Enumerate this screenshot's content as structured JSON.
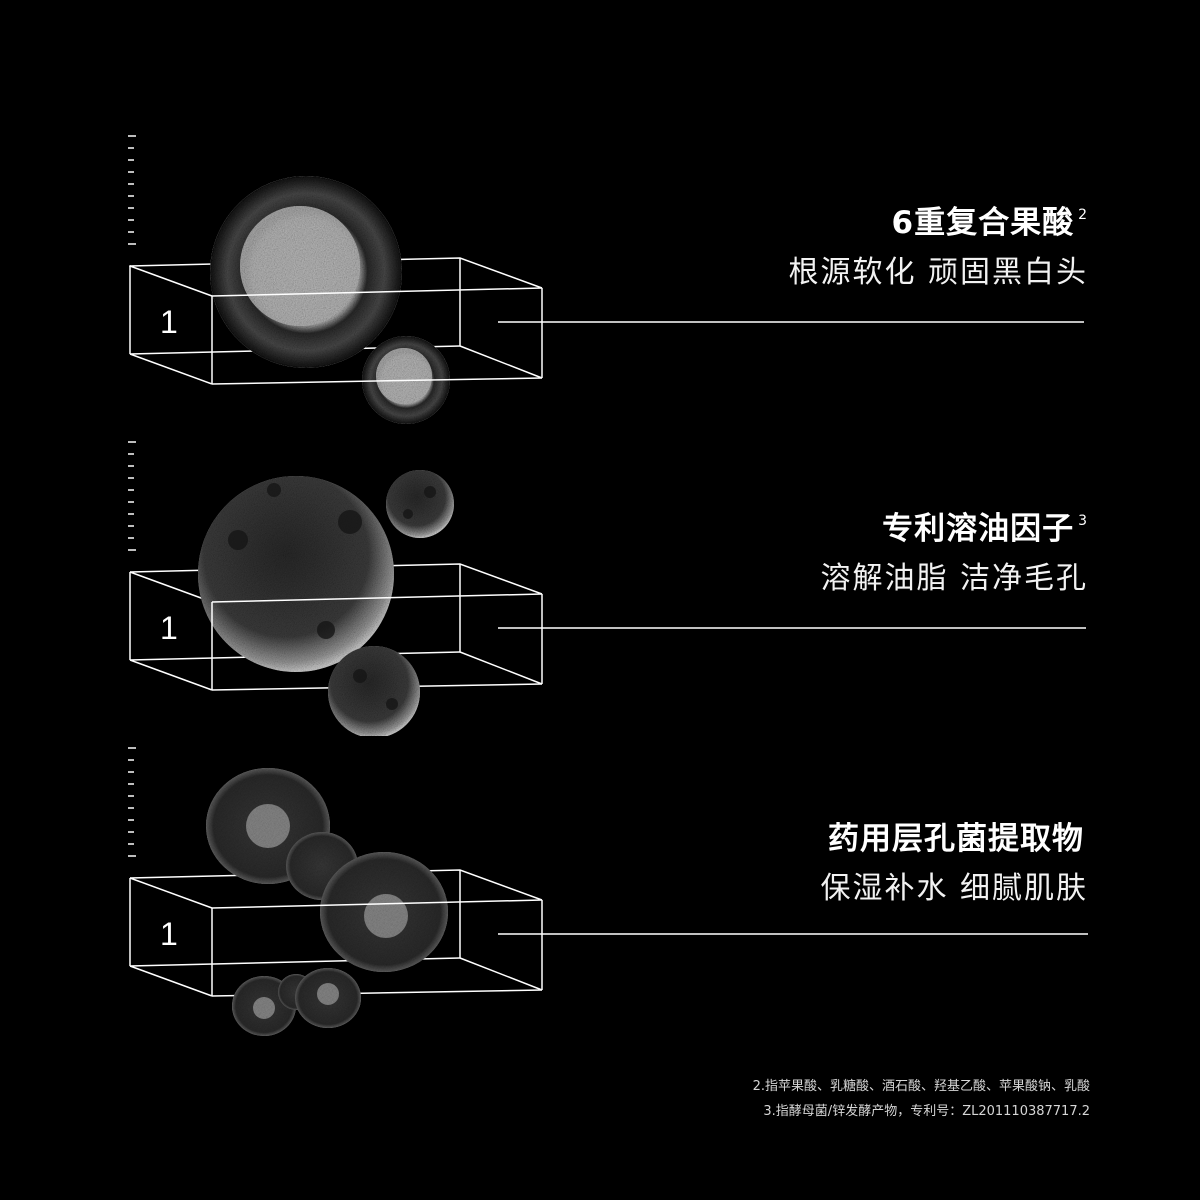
{
  "colors": {
    "background": "#000000",
    "text": "#ffffff",
    "line": "#ffffff"
  },
  "sections": [
    {
      "box_label": "1",
      "title": "6重复合果酸",
      "superscript": "2",
      "subtitle": "根源软化  顽固黑白头",
      "illustration": "ring-spheres"
    },
    {
      "box_label": "1",
      "title": "专利溶油因子",
      "superscript": "3",
      "subtitle": "溶解油脂 洁净毛孔",
      "illustration": "pitted-spheres"
    },
    {
      "box_label": "1",
      "title": "药用层孔菌提取物",
      "superscript": "",
      "subtitle": "保湿补水 细腻肌肤",
      "illustration": "fused-blobs"
    }
  ],
  "footnotes": [
    "2.指苹果酸、乳糖酸、酒石酸、羟基乙酸、苹果酸钠、乳酸",
    "3.指酵母菌/锌发酵产物，专利号：ZL201110387717.2"
  ]
}
